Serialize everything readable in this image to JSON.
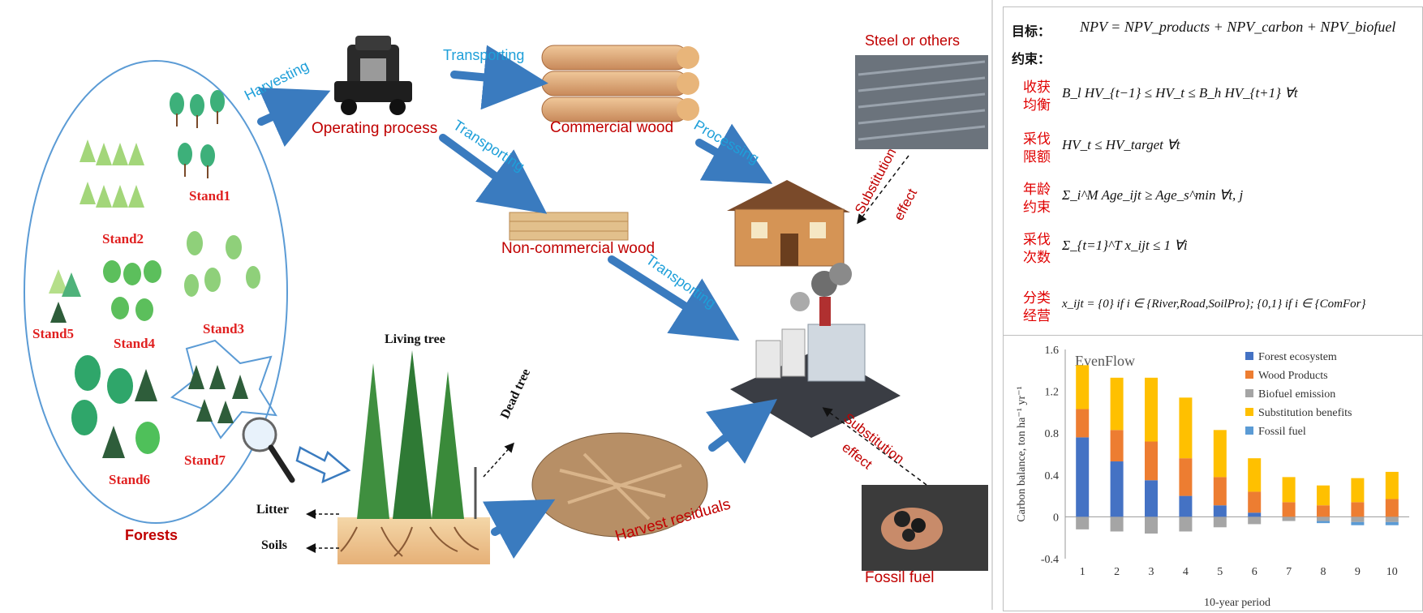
{
  "diagram": {
    "forests_label": "Forests",
    "stands": [
      "Stand1",
      "Stand2",
      "Stand3",
      "Stand4",
      "Stand5",
      "Stand6",
      "Stand7"
    ],
    "flow_labels": {
      "harvesting": "Harvesting",
      "transporting_1": "Transporting",
      "transporting_2": "Transporting",
      "transporting_3": "Transporting",
      "processing": "Processing",
      "substitution_1a": "Substitution",
      "substitution_1b": "effect",
      "substitution_2a": "Substitution",
      "substitution_2b": "effect"
    },
    "node_labels": {
      "operating_process": "Operating process",
      "commercial_wood": "Commercial wood",
      "non_commercial_wood": "Non-commercial wood",
      "steel": "Steel or others",
      "harvest_residuals": "Harvest residuals",
      "fossil_fuel": "Fossil fuel"
    },
    "tree_labels": {
      "living_tree": "Living tree",
      "dead_tree": "Dead tree",
      "litter": "Litter",
      "soils": "Soils"
    }
  },
  "model": {
    "objective_label": "目标：",
    "objective_formula": "NPV = NPV_products + NPV_carbon + NPV_biofuel",
    "constraints_label": "约束：",
    "constraints": [
      {
        "name": [
          "收获",
          "均衡"
        ],
        "formula": "B_l HV_{t−1} ≤ HV_t ≤ B_h HV_{t+1}   ∀t"
      },
      {
        "name": [
          "采伐",
          "限额"
        ],
        "formula": "HV_t ≤ HV_target   ∀t"
      },
      {
        "name": [
          "年龄",
          "约束"
        ],
        "formula": "Σ_i^M Age_ijt ≥ Age_s^min   ∀t, j"
      },
      {
        "name": [
          "采伐",
          "次数"
        ],
        "formula": "Σ_{t=1}^T x_ijt ≤ 1   ∀i"
      },
      {
        "name": [
          "分类",
          "经营"
        ],
        "formula": "x_ijt = {0} if i ∈ {River,Road,SoilPro}; {0,1} if i ∈ {ComFor}"
      }
    ]
  },
  "chart_data": {
    "type": "bar",
    "stacked": true,
    "title": "EvenFlow",
    "xlabel": "10-year period",
    "ylabel": "Carbon balance, ton ha⁻¹ yr⁻¹",
    "categories": [
      "1",
      "2",
      "3",
      "4",
      "5",
      "6",
      "7",
      "8",
      "9",
      "10"
    ],
    "ylim": [
      -0.4,
      1.6
    ],
    "yticks": [
      "1.6",
      "1.2",
      "0.8",
      "0.4",
      "0",
      "-0.4"
    ],
    "legend_position": "top-right",
    "series": [
      {
        "name": "Forest ecosystem",
        "color": "#4472c4",
        "values": [
          0.76,
          0.53,
          0.35,
          0.2,
          0.11,
          0.04,
          0.0,
          0.0,
          0.0,
          0.0
        ]
      },
      {
        "name": "Wood Products",
        "color": "#ed7d31",
        "values": [
          0.27,
          0.3,
          0.37,
          0.36,
          0.27,
          0.2,
          0.14,
          0.11,
          0.14,
          0.17
        ]
      },
      {
        "name": "Biofuel emission",
        "color": "#a5a5a5",
        "values": [
          -0.12,
          -0.14,
          -0.16,
          -0.14,
          -0.1,
          -0.07,
          -0.04,
          -0.04,
          -0.05,
          -0.05
        ]
      },
      {
        "name": "Substitution benefits",
        "color": "#ffc000",
        "values": [
          0.42,
          0.5,
          0.61,
          0.58,
          0.45,
          0.32,
          0.24,
          0.19,
          0.23,
          0.26
        ]
      },
      {
        "name": "Fossil fuel",
        "color": "#5b9bd5",
        "values": [
          0.0,
          0.0,
          0.0,
          0.0,
          0.0,
          0.0,
          0.0,
          -0.02,
          -0.03,
          -0.03
        ]
      }
    ]
  }
}
